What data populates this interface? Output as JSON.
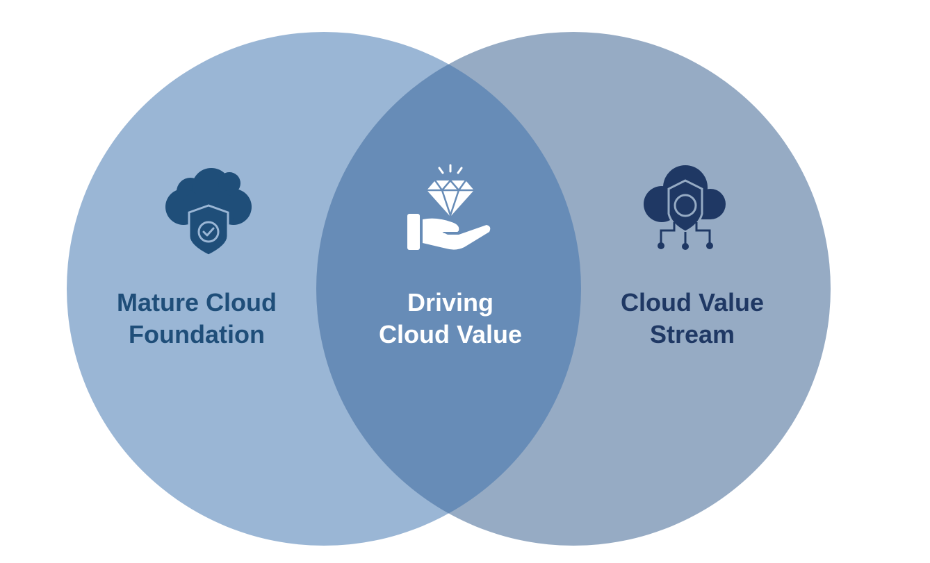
{
  "diagram": {
    "type": "venn",
    "colors": {
      "left_circle": "#9AB6D5",
      "right_circle": "#96ABC4",
      "overlap": "#678CB7",
      "left_text": "#1F4E79",
      "right_text": "#1F3864",
      "center_text": "#FFFFFF"
    },
    "sets": [
      {
        "id": "left",
        "icon": "cloud-shield-check-icon",
        "label_lines": [
          "Mature Cloud",
          "Foundation"
        ]
      },
      {
        "id": "center",
        "icon": "hand-diamond-icon",
        "label_lines": [
          "Driving",
          "Cloud Value"
        ]
      },
      {
        "id": "right",
        "icon": "cloud-shield-network-icon",
        "label_lines": [
          "Cloud Value",
          "Stream"
        ]
      }
    ]
  }
}
